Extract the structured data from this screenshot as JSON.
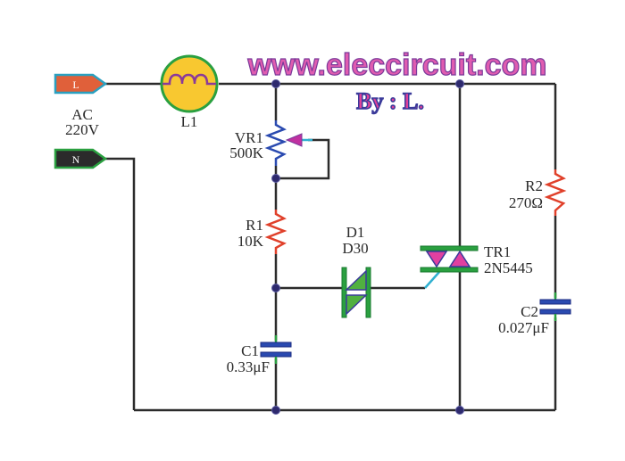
{
  "title": {
    "website": "www.eleccircuit.com",
    "author": "By : L."
  },
  "terminals": {
    "line": "L",
    "neutral": "N",
    "supply_label_1": "AC",
    "supply_label_2": "220V"
  },
  "components": {
    "lamp": {
      "ref": "L1"
    },
    "pot": {
      "ref": "VR1",
      "value": "500K"
    },
    "r1": {
      "ref": "R1",
      "value": "10K"
    },
    "diac": {
      "ref": "D1",
      "value": "D30"
    },
    "triac": {
      "ref": "TR1",
      "value": "2N5445"
    },
    "r2": {
      "ref": "R2",
      "value": "270Ω"
    },
    "c1": {
      "ref": "C1",
      "value": "0.33μF"
    },
    "c2": {
      "ref": "C2",
      "value": "0.027μF"
    }
  },
  "colors": {
    "wire": "#2b2b2b",
    "title_fill": "#e05cb0",
    "title_stroke": "#7a3a9a",
    "author_fill": "#e0409a",
    "author_stroke": "#3a3a9a",
    "resistor_red": "#e0402a",
    "pot_blue": "#2a4ab0",
    "cap_blue": "#2a4ab0",
    "lamp_fill": "#f8c830",
    "lamp_ring": "#2aa040",
    "line_terminal": "#e0603a",
    "neutral_terminal": "#2b2b2b",
    "diac_green": "#50b040",
    "triac_pink": "#e040a0"
  }
}
